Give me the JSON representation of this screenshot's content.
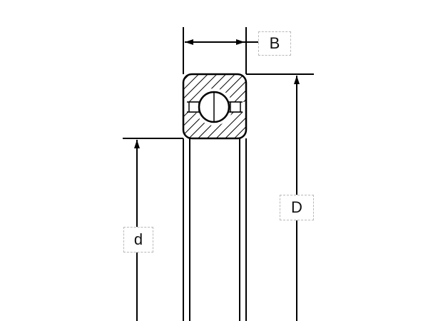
{
  "labels": {
    "width": "B",
    "outer_diameter": "D",
    "bore_diameter": "d"
  },
  "colors": {
    "line": "#000000",
    "label_border": "#b9b9b9",
    "background": "#ffffff"
  }
}
